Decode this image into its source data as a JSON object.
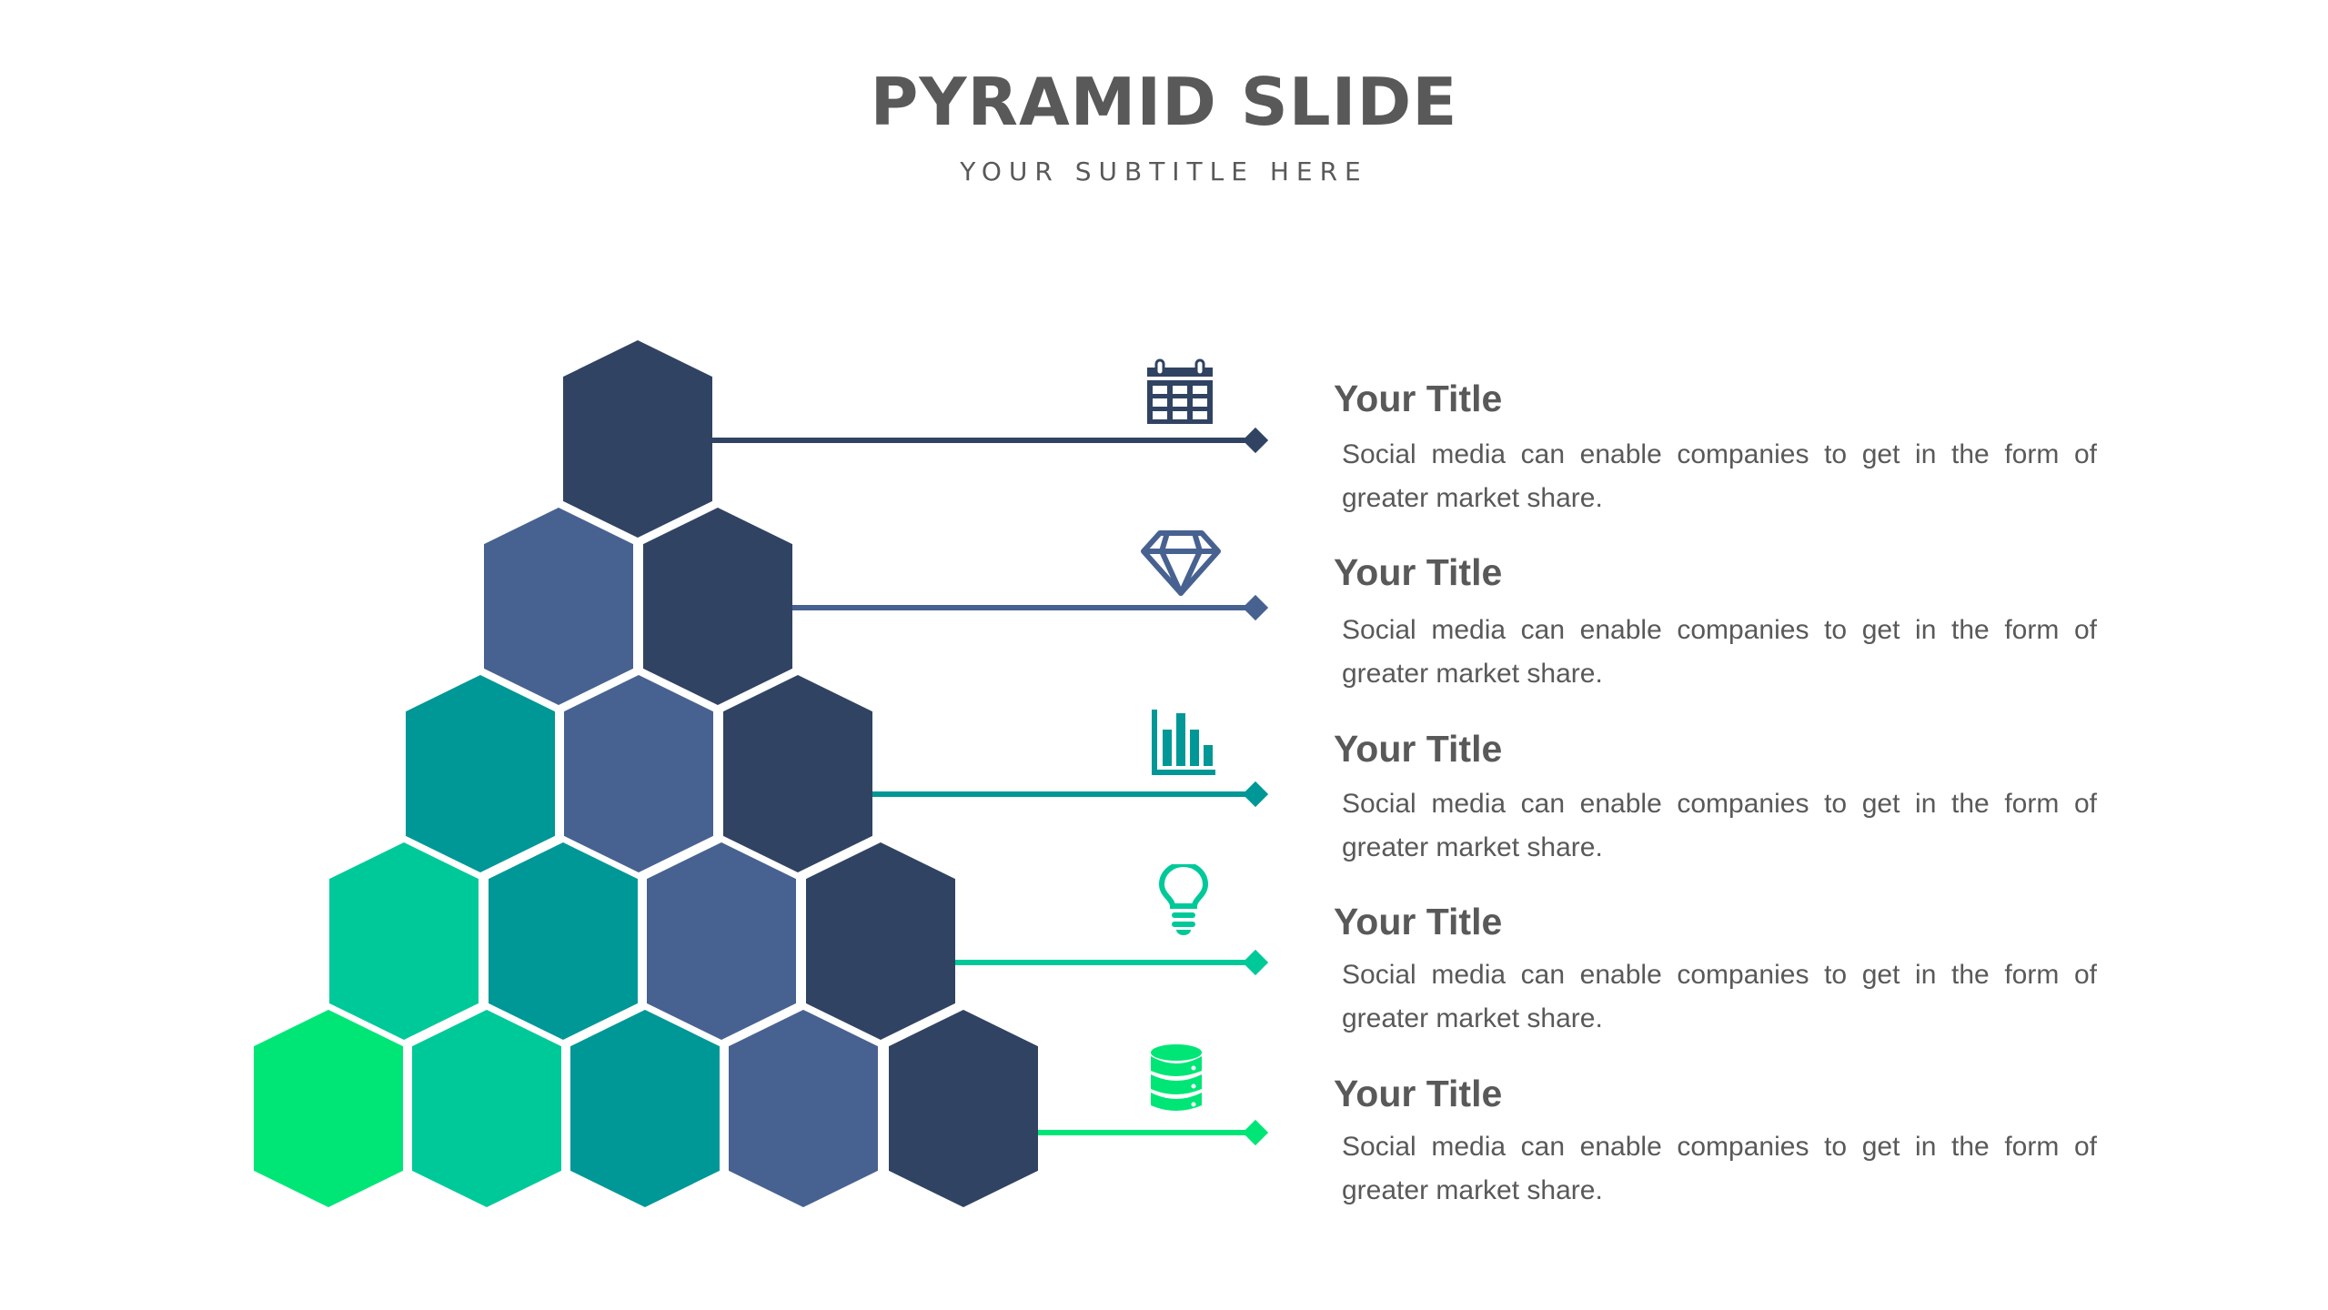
{
  "slide": {
    "title": "PYRAMID SLIDE",
    "subtitle": "YOUR SUBTITLE HERE"
  },
  "colors": {
    "navy": "#304363",
    "slate_blue": "#476291",
    "teal": "#009797",
    "sea_green": "#00C999",
    "green": "#00E676",
    "text": "#595959"
  },
  "pyramid": {
    "rows": [
      [
        "navy"
      ],
      [
        "slate_blue",
        "navy"
      ],
      [
        "teal",
        "slate_blue",
        "navy"
      ],
      [
        "sea_green",
        "teal",
        "slate_blue",
        "navy"
      ],
      [
        "green",
        "sea_green",
        "teal",
        "slate_blue",
        "navy"
      ]
    ]
  },
  "items": [
    {
      "icon": "calendar-icon",
      "color": "#304363",
      "title": "Your Title",
      "body": "Social media can enable companies to get in the form of greater market share."
    },
    {
      "icon": "diamond-gem-icon",
      "color": "#476291",
      "title": "Your Title",
      "body": "Social media can enable companies to get in the form of greater market share."
    },
    {
      "icon": "bar-chart-icon",
      "color": "#009797",
      "title": "Your Title",
      "body": "Social media can enable companies to get in the form of greater market share."
    },
    {
      "icon": "lightbulb-icon",
      "color": "#00C999",
      "title": "Your Title",
      "body": "Social media can enable companies to get in the form of greater market share."
    },
    {
      "icon": "database-icon",
      "color": "#00E676",
      "title": "Your Title",
      "body": "Social media can enable companies to get in the form of greater market share."
    }
  ]
}
